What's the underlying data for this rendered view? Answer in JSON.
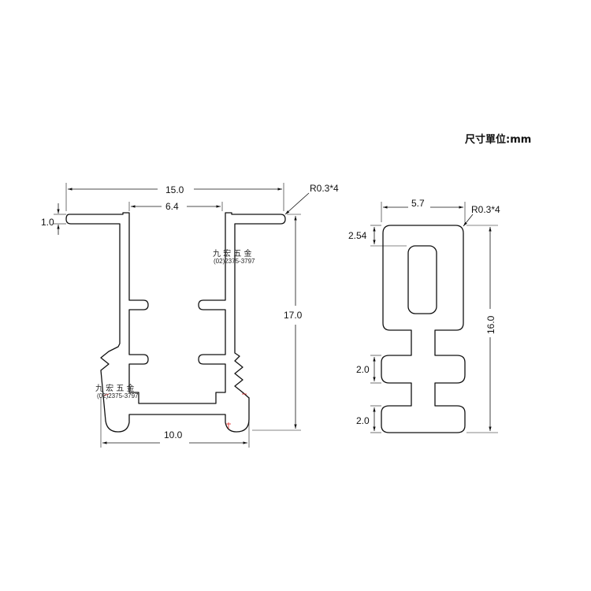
{
  "unit_label": "尺寸單位:mm",
  "profile_left": {
    "dim_width_total": "15.0",
    "dim_opening": "6.4",
    "dim_flange_thickness": "1.0",
    "dim_height": "17.0",
    "dim_bottom_width": "10.0",
    "radius_note": "R0.3*4"
  },
  "profile_right": {
    "dim_width": "5.7",
    "dim_top": "2.54",
    "dim_height": "16.0",
    "dim_fin_1": "2.0",
    "dim_fin_2": "2.0",
    "radius_note": "R0.3*4"
  },
  "watermark": {
    "company": "九 宏 五 金",
    "phone": "(02)2375-3797"
  }
}
